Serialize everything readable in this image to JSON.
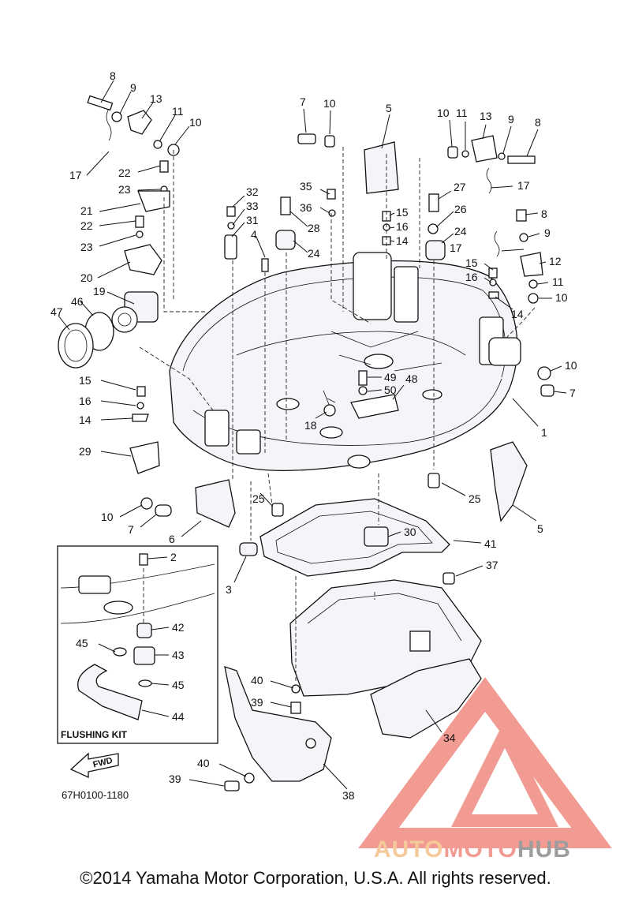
{
  "diagram": {
    "part_code": "67H0100-1180",
    "inset_title": "FLUSHING KIT",
    "fwd_label": "FWD",
    "callouts": {
      "c8a": "8",
      "c9a": "9",
      "c13a": "13",
      "c11a": "11",
      "c10a": "10",
      "c17a": "17",
      "c22a": "22",
      "c23a": "23",
      "c21": "21",
      "c22b": "22",
      "c23b": "23",
      "c20": "20",
      "c19": "19",
      "c46": "46",
      "c47": "47",
      "c7a": "7",
      "c10b": "10",
      "c5a": "5",
      "c32": "32",
      "c33": "33",
      "c31": "31",
      "c4": "4",
      "c35": "35",
      "c36": "36",
      "c28": "28",
      "c24a": "24",
      "c15a": "15",
      "c16a": "16",
      "c14a": "14",
      "c10c": "10",
      "c11b": "11",
      "c13b": "13",
      "c9b": "9",
      "c8b": "8",
      "c17b": "17",
      "c27": "27",
      "c26": "26",
      "c24b": "24",
      "c8c": "8",
      "c9c": "9",
      "c17c": "17",
      "c15b": "15",
      "c16b": "16",
      "c12": "12",
      "c11c": "11",
      "c10d": "10",
      "c14b": "14",
      "c10e": "10",
      "c7b": "7",
      "c1": "1",
      "c49": "49",
      "c50": "50",
      "c48": "48",
      "c18": "18",
      "c15c": "15",
      "c16c": "16",
      "c14c": "14",
      "c29": "29",
      "c10f": "10",
      "c7c": "7",
      "c6": "6",
      "c25a": "25",
      "c25b": "25",
      "c5b": "5",
      "c30": "30",
      "c41": "41",
      "c3": "3",
      "c37": "37",
      "c2": "2",
      "c42": "42",
      "c45a": "45",
      "c43": "43",
      "c45b": "45",
      "c44": "44",
      "c40a": "40",
      "c39a": "39",
      "c34": "34",
      "c40b": "40",
      "c39b": "39",
      "c38": "38"
    }
  },
  "watermark": {
    "brand_parts": [
      "AUTO",
      "MOTO",
      "HUB"
    ],
    "colors": {
      "auto": "#f5c08a",
      "moto": "#f08a80",
      "hub": "#8c8c8c",
      "triangle": "#f08a80"
    }
  },
  "copyright": "©2014 Yamaha Motor Corporation, U.S.A. All rights reserved."
}
